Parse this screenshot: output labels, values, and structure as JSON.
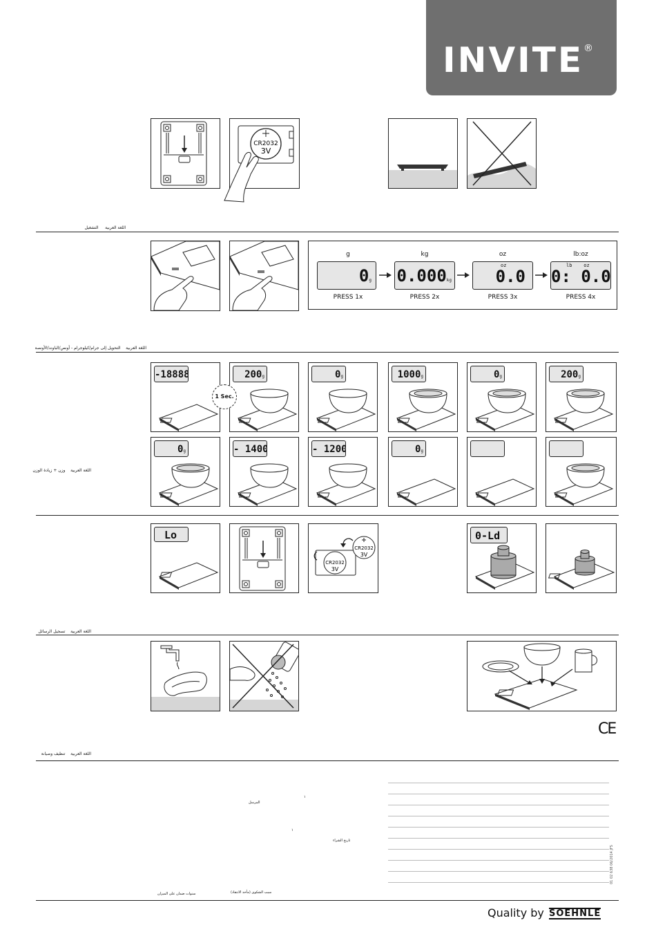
{
  "brand": {
    "name": "INVITE",
    "reg": "®",
    "color": "#6f6f6f"
  },
  "battery": {
    "type": "CR2032",
    "voltage": "3V"
  },
  "sections": [
    {
      "lang": "اللغة العربية",
      "title": "التشغيل"
    },
    {
      "lang": "اللغة العربية",
      "title": "التحويل إلى جرام/كيلوجرام - أونص/الباوند/الأونصة"
    },
    {
      "lang": "اللغة العربية",
      "title": "وزن + زيادة الوزن"
    },
    {
      "lang": "اللغة العربية",
      "title": "تسجيل الرسائل"
    },
    {
      "lang": "اللغة العربية",
      "title": "تنظيف وصيانة"
    }
  ],
  "units": {
    "labels": [
      "g",
      "kg",
      "oz",
      "lb:oz"
    ],
    "displays": [
      {
        "value": "0",
        "unit": "g"
      },
      {
        "value": "0.000",
        "unit": "kg"
      },
      {
        "value": "0.0",
        "unit": "",
        "top": "oz"
      },
      {
        "value": "0: 0.0",
        "unit": "",
        "top": "lb    oz"
      }
    ],
    "press": [
      "PRESS 1x",
      "PRESS 2x",
      "PRESS 3x",
      "PRESS 4x"
    ]
  },
  "tare": {
    "row1": [
      {
        "value": "-18888",
        "unit": ""
      },
      {
        "value": "200",
        "unit": "g"
      },
      {
        "value": "0",
        "unit": "g"
      },
      {
        "value": "1000",
        "unit": "g"
      },
      {
        "value": "0",
        "unit": "g"
      },
      {
        "value": "200",
        "unit": "g"
      }
    ],
    "row2": [
      {
        "value": "0",
        "unit": "g"
      },
      {
        "value": "- 1400",
        "unit": "g"
      },
      {
        "value": "- 1200",
        "unit": "g"
      },
      {
        "value": "0",
        "unit": "g"
      },
      {
        "value": "",
        "unit": ""
      },
      {
        "value": "",
        "unit": ""
      }
    ],
    "timer": "1 Sec."
  },
  "messages": {
    "low": "Lo",
    "overload": "0-Ld"
  },
  "ce": "CE",
  "warranty": {
    "sender": "المرسل",
    "purchase_date": "تاريخ الشراء",
    "complaint": "سبب الشكوى (مأخذ الانتقاد)",
    "years": "سنوات ضمان على الميزان",
    "mark1": "١",
    "mark2": "١",
    "code": "01 02 638 06/2014 JFS"
  },
  "footer": {
    "quality": "Quality by",
    "maker": "SOEHNLE"
  }
}
